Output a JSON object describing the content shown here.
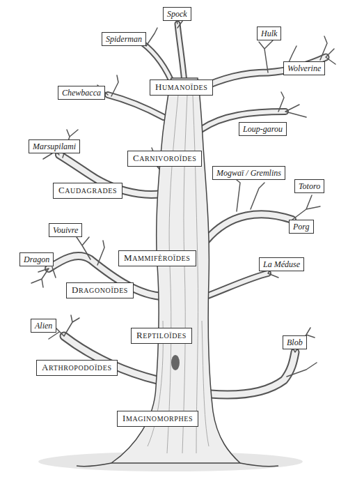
{
  "diagram": {
    "nodes": [
      {
        "text": [
          "Spock"
        ]
      },
      {
        "text": [
          "Hulk"
        ]
      },
      {
        "text": [
          "Spiderman"
        ]
      },
      {
        "text": [
          "Wolverine"
        ]
      },
      {
        "text": [
          "HUMANOÏDES"
        ]
      },
      {
        "text": [
          "Chewbacca"
        ]
      },
      {
        "text": [
          "Loup-garou"
        ]
      },
      {
        "text": [
          "Marsupilami"
        ]
      },
      {
        "text": [
          "CARNIVOROÏDES"
        ]
      },
      {
        "text": [
          "Mogwaï / Gremlins"
        ]
      },
      {
        "text": [
          "Totoro"
        ]
      },
      {
        "text": [
          "CAUDAGRADES"
        ]
      },
      {
        "text": [
          "Porg"
        ]
      },
      {
        "text": [
          "Vouivre"
        ]
      },
      {
        "text": [
          "MAMMIFÈROÏDES"
        ]
      },
      {
        "text": [
          "Dragon"
        ]
      },
      {
        "text": [
          "La Méduse"
        ]
      },
      {
        "text": [
          "DRAGONOÏDES"
        ]
      },
      {
        "text": [
          "Alien"
        ]
      },
      {
        "text": [
          "REPTILOÏDES"
        ]
      },
      {
        "text": [
          "Blob"
        ]
      },
      {
        "text": [
          "ARTHROPODOÏDES"
        ]
      },
      {
        "text": [
          "IMAGINOMORPHES"
        ]
      }
    ]
  }
}
